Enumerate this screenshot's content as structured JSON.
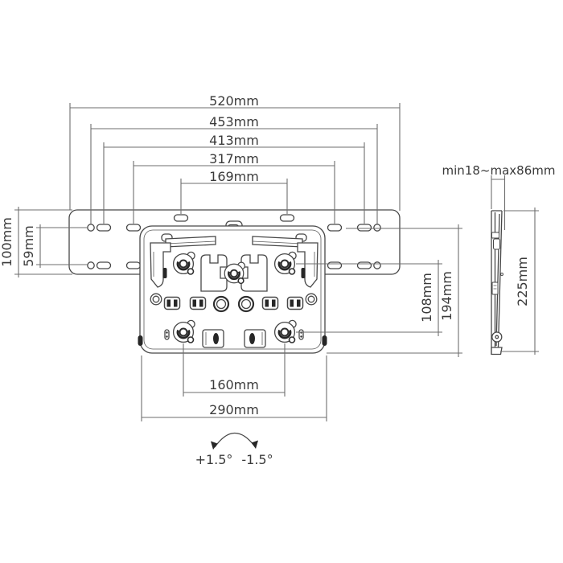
{
  "page": {
    "background": "#ffffff"
  },
  "drawing": {
    "type": "technical-dimension-diagram",
    "subject": "TV wall mount bracket, front and side views",
    "units": "mm",
    "colors": {
      "line": "#474747",
      "dimension_line": "#6e6e6e",
      "text": "#3a3a3a",
      "dark_fill": "#262626",
      "background": "#ffffff"
    },
    "front_view": {
      "top_dimensions": [
        {
          "label": "520mm",
          "value_mm": 520
        },
        {
          "label": "453mm",
          "value_mm": 453
        },
        {
          "label": "413mm",
          "value_mm": 413
        },
        {
          "label": "317mm",
          "value_mm": 317
        },
        {
          "label": "169mm",
          "value_mm": 169
        }
      ],
      "left_dimensions": [
        {
          "label": "100mm",
          "value_mm": 100
        },
        {
          "label": "59mm",
          "value_mm": 59
        }
      ],
      "right_dimensions": [
        {
          "label": "108mm",
          "value_mm": 108
        },
        {
          "label": "194mm",
          "value_mm": 194
        }
      ],
      "bottom_dimensions": [
        {
          "label": "160mm",
          "value_mm": 160
        },
        {
          "label": "290mm",
          "value_mm": 290
        }
      ],
      "tilt": {
        "positive_label": "+1.5°",
        "negative_label": "-1.5°",
        "positive_deg": 1.5,
        "negative_deg": -1.5
      }
    },
    "side_view": {
      "depth_dimension": {
        "label": "min18~max86mm",
        "min_mm": 18,
        "max_mm": 86
      },
      "height_dimension": {
        "label": "225mm",
        "value_mm": 225
      }
    }
  }
}
